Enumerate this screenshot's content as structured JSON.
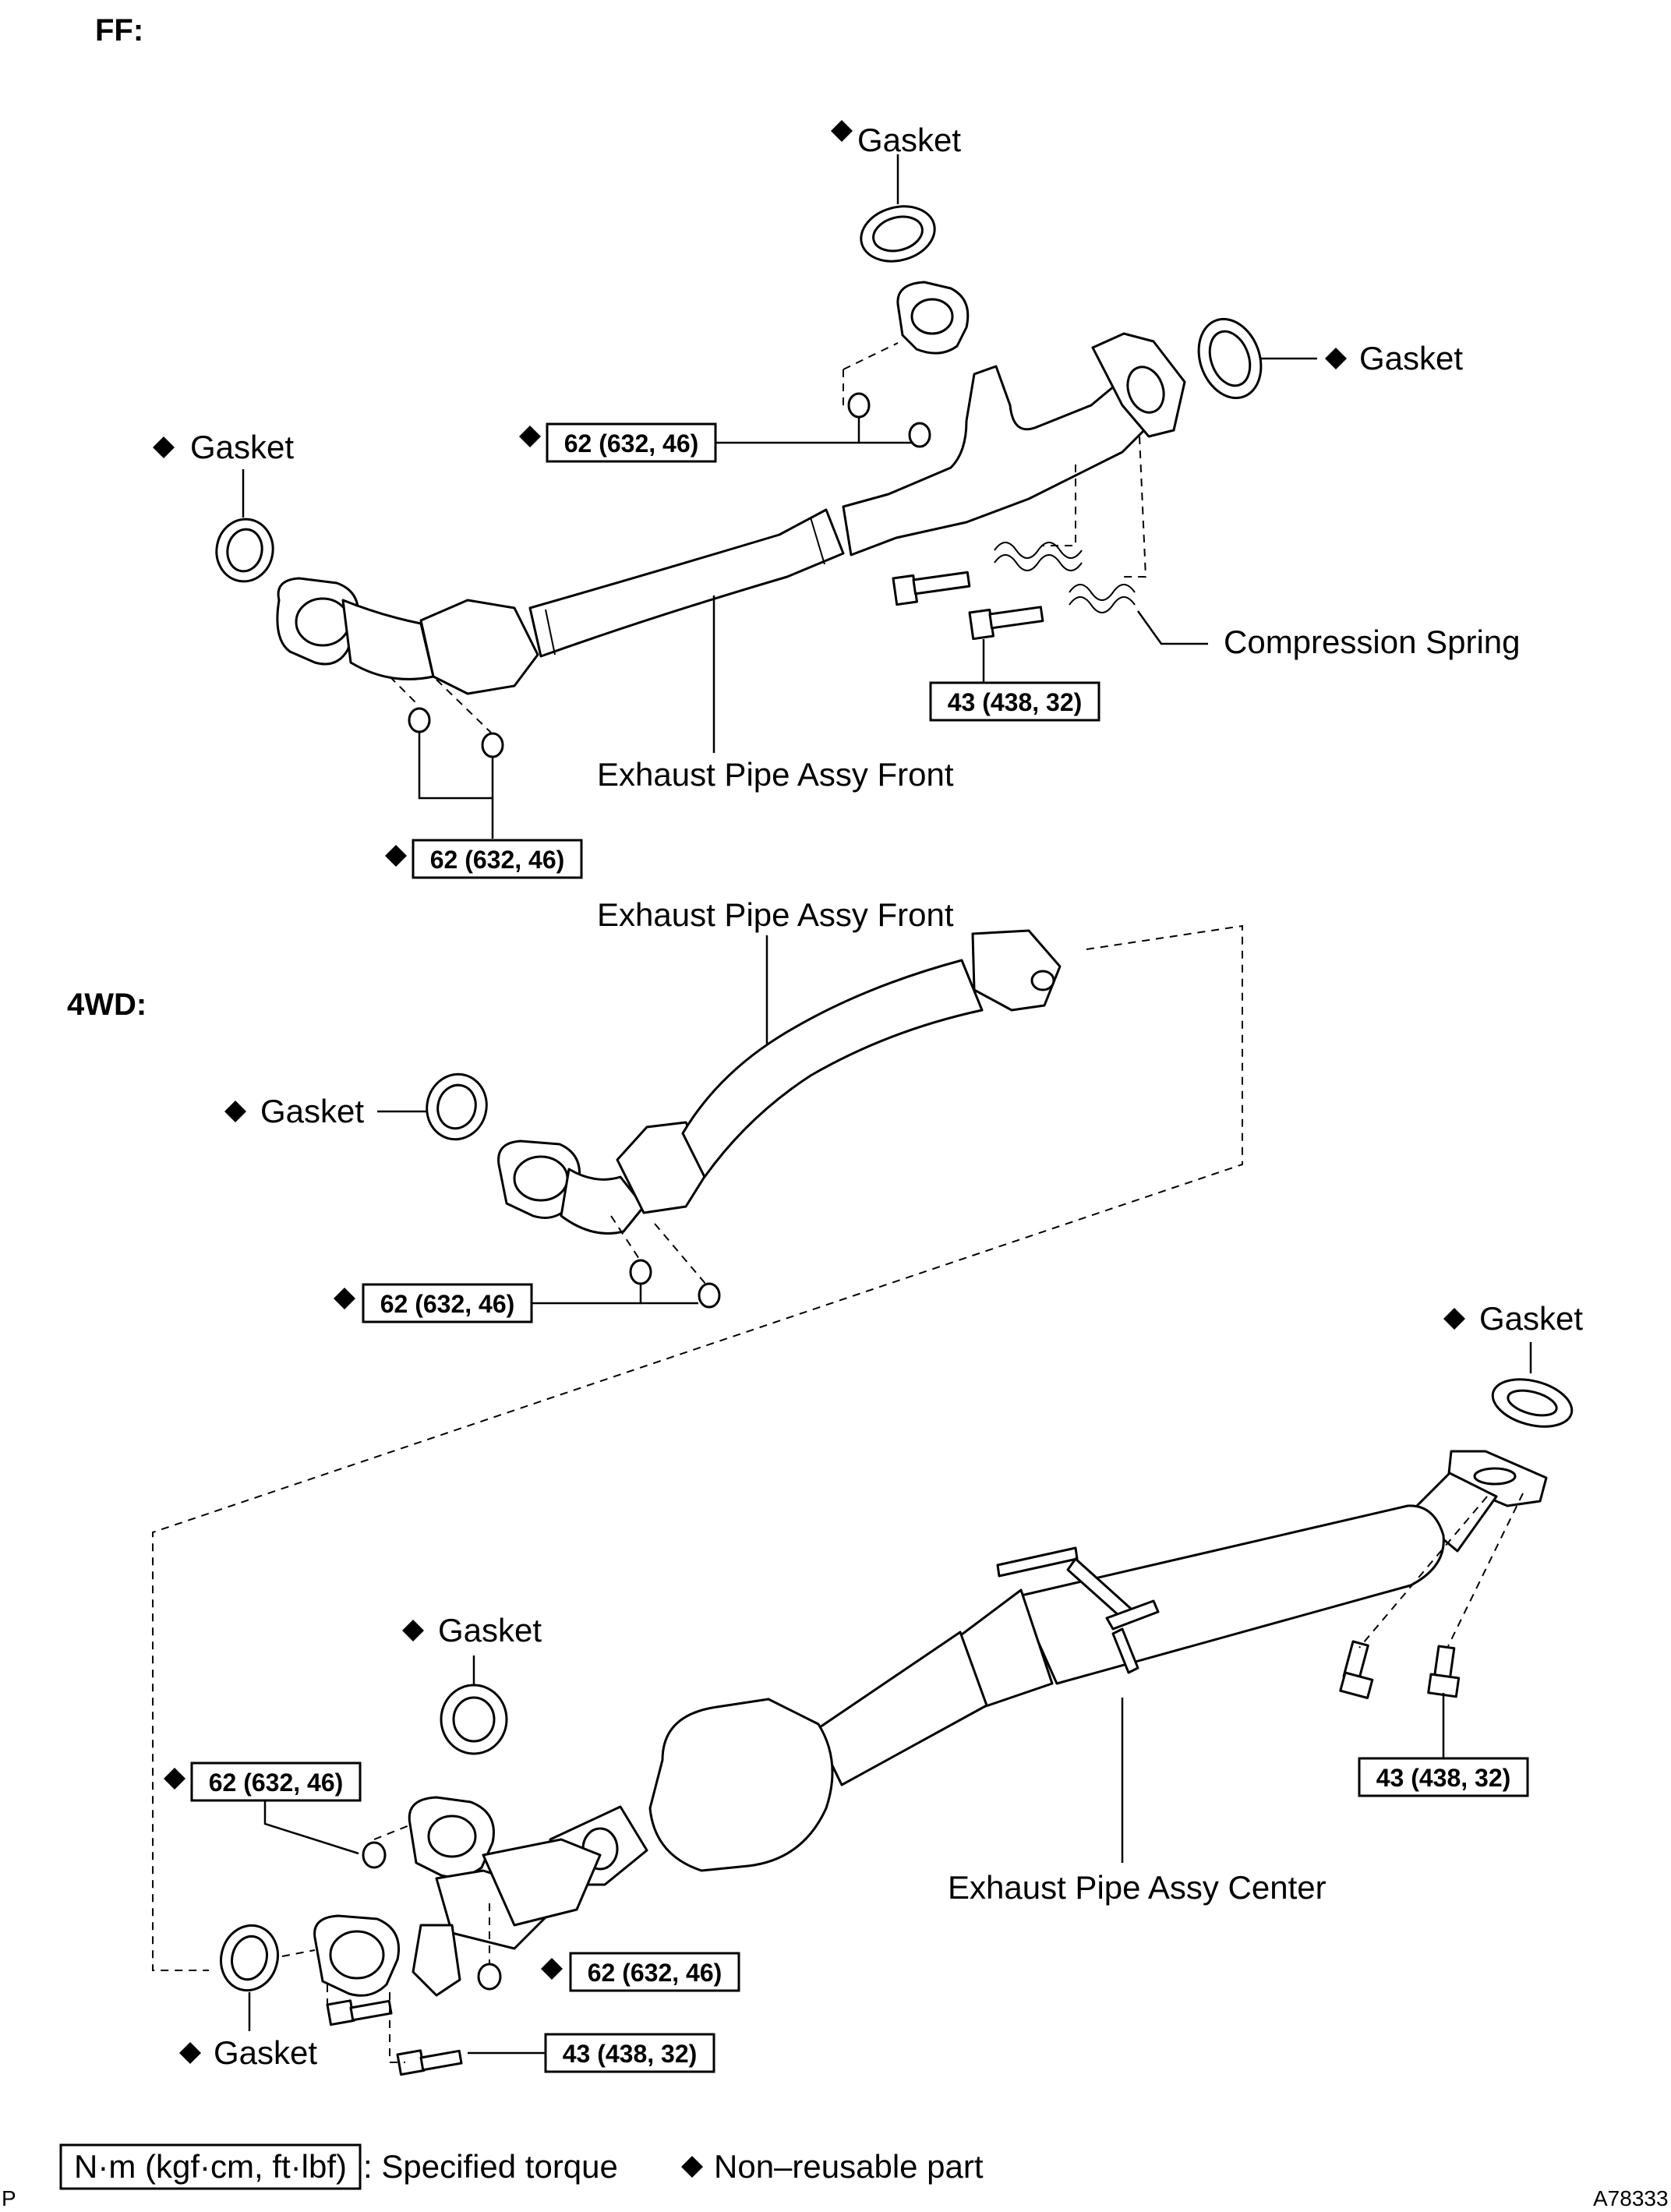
{
  "sections": {
    "ff": "FF:",
    "fwd": "4WD:"
  },
  "ff": {
    "gasket_top": "Gasket",
    "gasket_right": "Gasket",
    "gasket_left": "Gasket",
    "torque_upper": "62 (632, 46)",
    "torque_lower": "62 (632, 46)",
    "torque_bolt": "43 (438, 32)",
    "compression_spring": "Compression Spring",
    "pipe_front": "Exhaust Pipe Assy Front"
  },
  "fwd": {
    "pipe_front": "Exhaust Pipe Assy Front",
    "gasket_front": "Gasket",
    "torque_front": "62 (632, 46)",
    "gasket_rear": "Gasket",
    "torque_rear": "43 (438, 32)",
    "pipe_center": "Exhaust Pipe Assy Center",
    "gasket_mid": "Gasket",
    "torque_left": "62 (632, 46)",
    "torque_nut": "62 (632, 46)",
    "torque_bolt": "43 (438, 32)",
    "gasket_bottom": "Gasket"
  },
  "legend": {
    "unit_box": "N·m (kgf·cm, ft·lbf)",
    "specified": ": Specified torque",
    "non_reusable": "Non–reusable part"
  },
  "corner_left": "P",
  "corner_right": "A78333"
}
